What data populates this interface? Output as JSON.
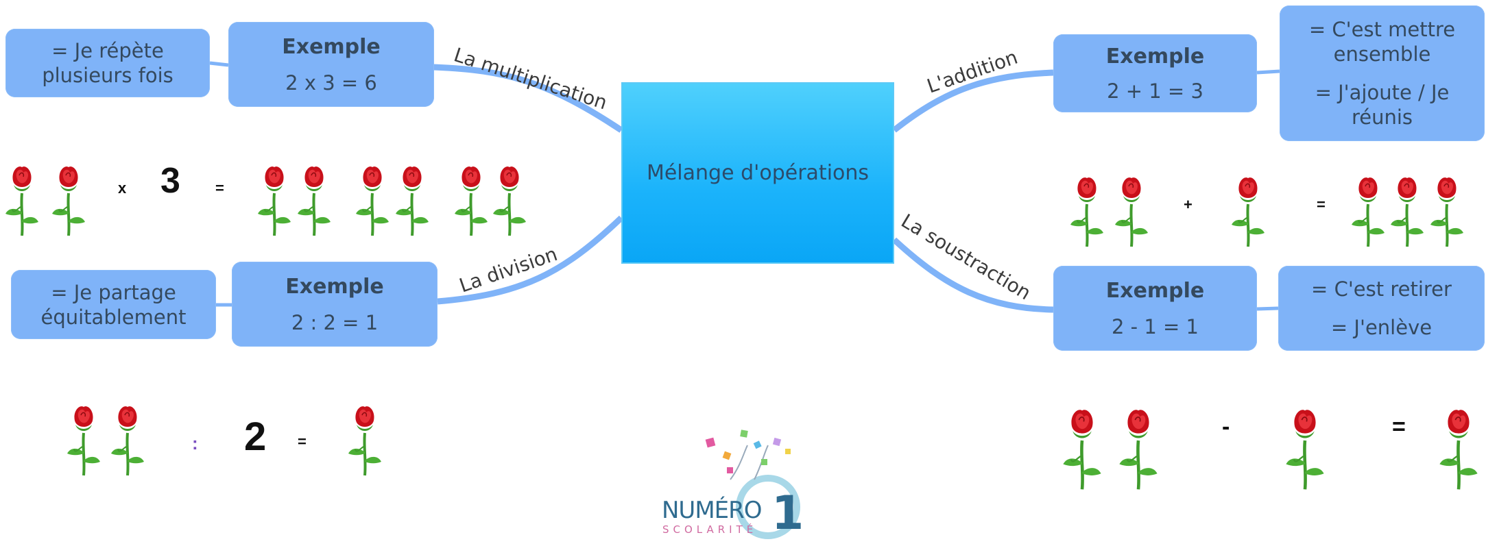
{
  "center": {
    "label": "Mélange d'opérations"
  },
  "branches": {
    "multiplication": "La multiplication",
    "addition": "L'addition",
    "division": "La division",
    "soustraction": "La soustraction"
  },
  "multiplication": {
    "meaning": "= Je répète plusieurs fois",
    "example_title": "Exemple",
    "example_value": "2 x 3 = 6",
    "illustration": {
      "left_count": 2,
      "operator": "x",
      "number": "3",
      "equals": "=",
      "result_groups": 3,
      "group_size": 2
    }
  },
  "division": {
    "meaning": "= Je partage équitablement",
    "example_title": "Exemple",
    "example_value": "2 : 2 = 1",
    "illustration": {
      "left_count": 2,
      "operator": ":",
      "number": "2",
      "equals": "=",
      "result_count": 1
    }
  },
  "addition": {
    "meaning_1": "= C'est mettre ensemble",
    "meaning_2": "= J'ajoute / Je réunis",
    "example_title": "Exemple",
    "example_value": "2 + 1 = 3",
    "illustration": {
      "left_count": 2,
      "operator": "+",
      "right_count": 1,
      "equals": "=",
      "result_count": 3
    }
  },
  "soustraction": {
    "meaning_1": "= C'est retirer",
    "meaning_2": "= J'enlève",
    "example_title": "Exemple",
    "example_value": "2 - 1 = 1",
    "illustration": {
      "left_count": 2,
      "operator": "-",
      "right_count": 1,
      "equals": "=",
      "result_count": 1
    }
  },
  "logo": {
    "line1": "NUMÉRO",
    "line2": "SCOLARITÉ",
    "digit": "1"
  },
  "colors": {
    "box": "#7fb3f8",
    "branch": "#7fb3f8",
    "center_top": "#4fd0fc",
    "center_bottom": "#0aa6f6",
    "rose_red": "#d4141c",
    "stem_green": "#3f9b2c"
  },
  "icons": {
    "flower": "rose-icon"
  }
}
